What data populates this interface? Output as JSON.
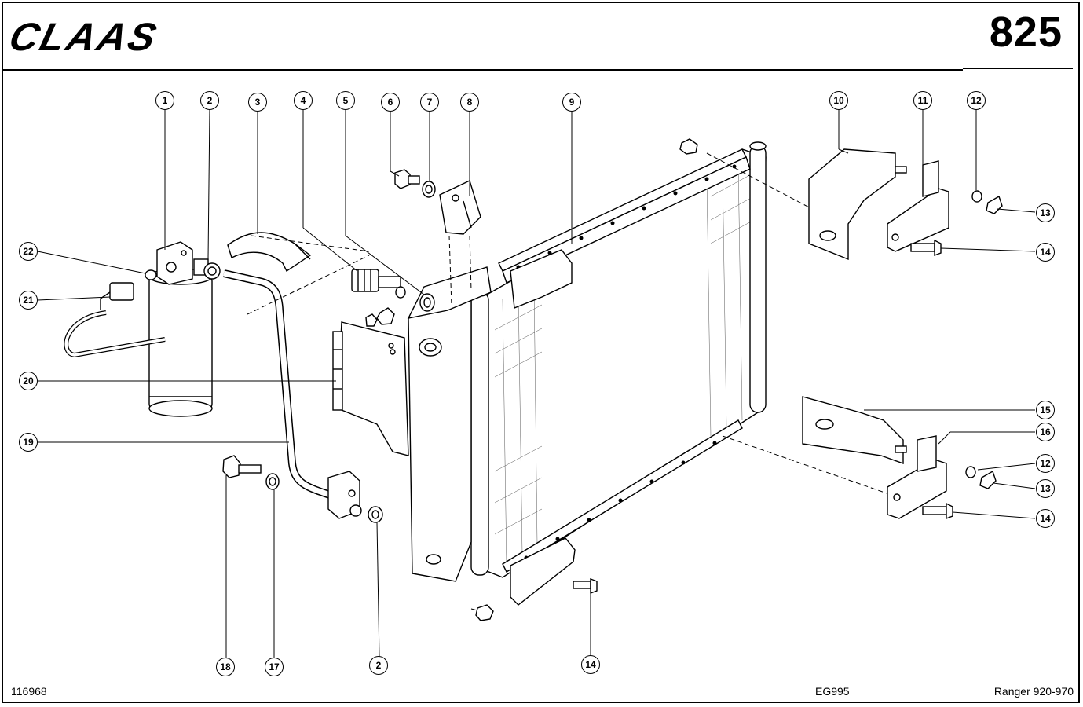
{
  "header": {
    "brand": "CLAAS",
    "page_number": "825"
  },
  "footer": {
    "drawing_number": "116968",
    "group_code": "EG995",
    "model_range": "Ranger 920-970"
  },
  "callouts": {
    "top": [
      "1",
      "2",
      "3",
      "4",
      "5",
      "6",
      "7",
      "8",
      "9",
      "10",
      "11",
      "12"
    ],
    "left": [
      "22",
      "21",
      "20",
      "19"
    ],
    "right": [
      "13",
      "14",
      "15",
      "16",
      "12",
      "13",
      "14"
    ],
    "bottom": [
      "18",
      "17",
      "2",
      "14"
    ]
  }
}
